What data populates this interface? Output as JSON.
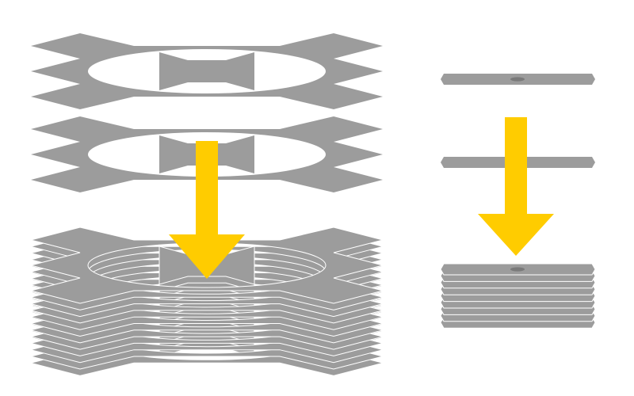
{
  "colors": {
    "background": "#ffffff",
    "lamination": "#9c9c9c",
    "edge": "#ffffff",
    "hole": "#7a7a7a",
    "arrow": "#ffcc00"
  },
  "left_assembly": {
    "loose_laminations": 2,
    "stacked_laminations": 12,
    "arrow_icon": "down-arrow"
  },
  "right_assembly": {
    "loose_laminations": 2,
    "stacked_laminations": 9,
    "arrow_icon": "down-arrow"
  }
}
